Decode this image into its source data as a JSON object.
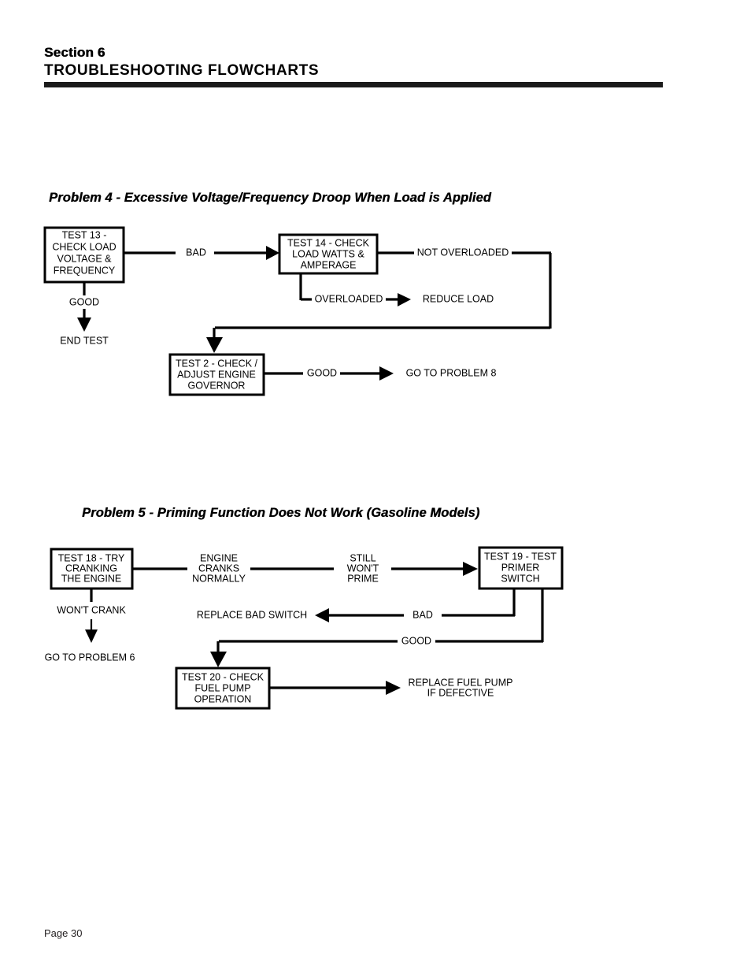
{
  "header": {
    "section": "Section 6",
    "title": "TROUBLESHOOTING FLOWCHARTS"
  },
  "footer": {
    "page_label": "Page 30"
  },
  "flowcharts": [
    {
      "id": "problem-4",
      "title": "Problem 4 -  Excessive Voltage/Frequency Droop When Load is Applied",
      "nodes": [
        {
          "id": "test13",
          "type": "box",
          "lines": [
            "TEST 13 -",
            "CHECK LOAD",
            "VOLTAGE &",
            "FREQUENCY"
          ]
        },
        {
          "id": "test14",
          "type": "box",
          "lines": [
            "TEST 14 - CHECK",
            "LOAD WATTS &",
            "AMPERAGE"
          ]
        },
        {
          "id": "test2",
          "type": "box",
          "lines": [
            "TEST 2 - CHECK /",
            "ADJUST ENGINE",
            "GOVERNOR"
          ]
        },
        {
          "id": "end-test",
          "type": "text",
          "lines": [
            "END TEST"
          ]
        },
        {
          "id": "reduce-load",
          "type": "text",
          "lines": [
            "REDUCE LOAD"
          ]
        },
        {
          "id": "go-to-problem-8",
          "type": "text",
          "lines": [
            "GO TO PROBLEM 8"
          ]
        }
      ],
      "edges": [
        {
          "id": "test13-bad",
          "label": "BAD",
          "from": "test13",
          "to": "test14"
        },
        {
          "id": "test13-good",
          "label": "GOOD",
          "from": "test13",
          "to": "end-test"
        },
        {
          "id": "test14-not-overloaded",
          "label": "NOT OVERLOADED",
          "from": "test14",
          "to": "test2"
        },
        {
          "id": "test14-overloaded",
          "label": "OVERLOADED",
          "from": "test14",
          "to": "reduce-load"
        },
        {
          "id": "test2-good",
          "label": "GOOD",
          "from": "test2",
          "to": "go-to-problem-8"
        }
      ]
    },
    {
      "id": "problem-5",
      "title": "Problem 5 -  Priming Function Does Not Work (Gasoline Models)",
      "nodes": [
        {
          "id": "test18",
          "type": "box",
          "lines": [
            "TEST 18 - TRY",
            "CRANKING",
            "THE ENGINE"
          ]
        },
        {
          "id": "test19",
          "type": "box",
          "lines": [
            "TEST 19 - TEST",
            "PRIMER",
            "SWITCH"
          ]
        },
        {
          "id": "test20",
          "type": "box",
          "lines": [
            "TEST 20 - CHECK",
            "FUEL PUMP",
            "OPERATION"
          ]
        },
        {
          "id": "go-to-problem-6",
          "type": "text",
          "lines": [
            "GO TO PROBLEM 6"
          ]
        },
        {
          "id": "replace-bad-switch",
          "type": "text",
          "lines": [
            "REPLACE BAD SWITCH"
          ]
        },
        {
          "id": "replace-fuel-pump",
          "type": "text",
          "lines": [
            "REPLACE FUEL PUMP",
            "IF DEFECTIVE"
          ]
        }
      ],
      "edges": [
        {
          "id": "test18-cranks",
          "label_lines": [
            "ENGINE",
            "CRANKS",
            "NORMALLY"
          ],
          "label2_lines": [
            "STILL",
            "WON'T",
            "PRIME"
          ],
          "from": "test18",
          "to": "test19"
        },
        {
          "id": "test18-wont-crank",
          "label": "WON'T CRANK",
          "from": "test18",
          "to": "go-to-problem-6"
        },
        {
          "id": "test19-bad",
          "label": "BAD",
          "from": "test19",
          "to": "replace-bad-switch"
        },
        {
          "id": "test19-good",
          "label": "GOOD",
          "from": "test19",
          "to": "test20"
        },
        {
          "id": "test20-out",
          "label": "",
          "from": "test20",
          "to": "replace-fuel-pump"
        }
      ]
    }
  ]
}
